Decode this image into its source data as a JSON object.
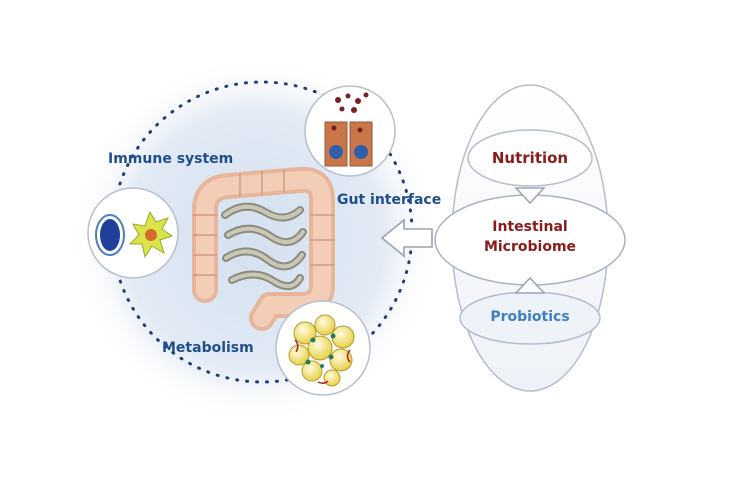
{
  "labels": {
    "immune_system": "Immune system",
    "gut_interface": "Gut interface",
    "metabolism": "Metabolism",
    "nutrition": "Nutrition",
    "intestinal": "Intestinal",
    "microbiome": "Microbiome",
    "probiotics": "Probiotics"
  },
  "colors": {
    "label_blue": "#1f4e8c",
    "label_red": "#8b1a1a",
    "label_light_blue": "#3f7dc4",
    "halo": "#dce6f3"
  },
  "icons": [
    "immune-cells-icon",
    "gut-epithelial-cells-icon",
    "fat-cells-icon",
    "intestine-illustration",
    "arrow-left-icon",
    "arrow-down-icon",
    "arrow-up-icon"
  ]
}
